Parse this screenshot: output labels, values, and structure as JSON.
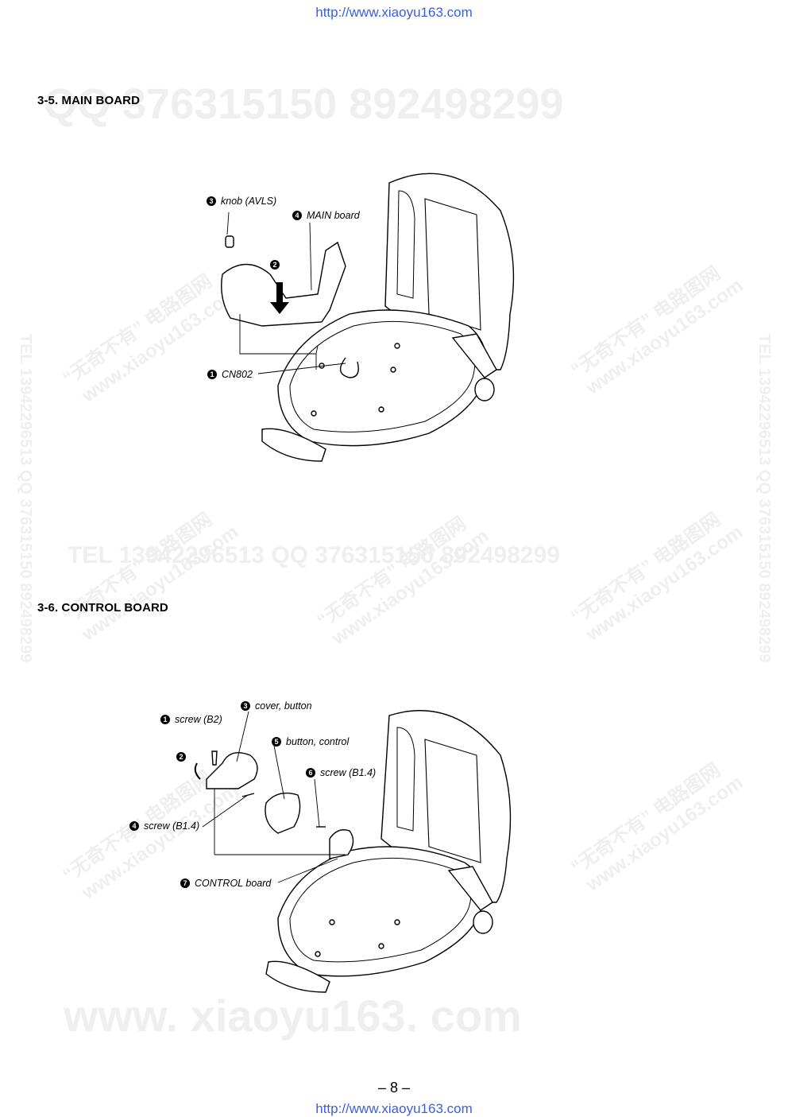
{
  "header": {
    "url": "http://www.xiaoyu163.com"
  },
  "footer": {
    "url": "http://www.xiaoyu163.com",
    "page_number": "– 8 –"
  },
  "watermarks": {
    "qq_line_1": "QQ 376315150   892498299",
    "tel_line": "TEL 13942296513   QQ 376315150   892498299",
    "vertical_line": "TEL 13942296513 QQ 376315150 892498299",
    "bottom_line": "www. xiaoyu163. com",
    "diag_cn": "“无奇不有” 电路图网",
    "diag_url": "www.xiaoyu163.com"
  },
  "sections": [
    {
      "title": "3-5. MAIN BOARD",
      "callouts": [
        {
          "num": "3",
          "label": "knob (AVLS)"
        },
        {
          "num": "4",
          "label": "MAIN board"
        },
        {
          "num": "2",
          "label": ""
        },
        {
          "num": "1",
          "label": "CN802"
        }
      ]
    },
    {
      "title": "3-6. CONTROL BOARD",
      "callouts": [
        {
          "num": "3",
          "label": "cover, button"
        },
        {
          "num": "1",
          "label": "screw (B2)"
        },
        {
          "num": "5",
          "label": "button, control"
        },
        {
          "num": "2",
          "label": ""
        },
        {
          "num": "6",
          "label": "screw (B1.4)"
        },
        {
          "num": "4",
          "label": "screw (B1.4)"
        },
        {
          "num": "7",
          "label": "CONTROL board"
        }
      ]
    }
  ]
}
